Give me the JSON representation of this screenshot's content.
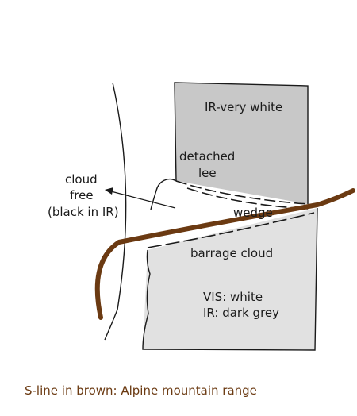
{
  "labels": {
    "ir_very_white": "IR-very white",
    "detached_line1": "detached",
    "detached_line2": "lee",
    "cloud_free_line1": "cloud",
    "cloud_free_line2": "free",
    "cloud_free_line3": "(black in IR)",
    "wedge": "wedge",
    "barrage_cloud": "barrage cloud",
    "vis_line": "VIS: white",
    "ir_line": "IR: dark grey"
  },
  "caption": "S-line in brown: Alpine mountain range",
  "colors": {
    "upper_cloud_fill": "#c8c8c8",
    "lower_cloud_fill": "#e1e1e1",
    "mountain_line": "#6b3a12",
    "caption_text": "#6b3a12",
    "outline": "#1a1a1a"
  }
}
